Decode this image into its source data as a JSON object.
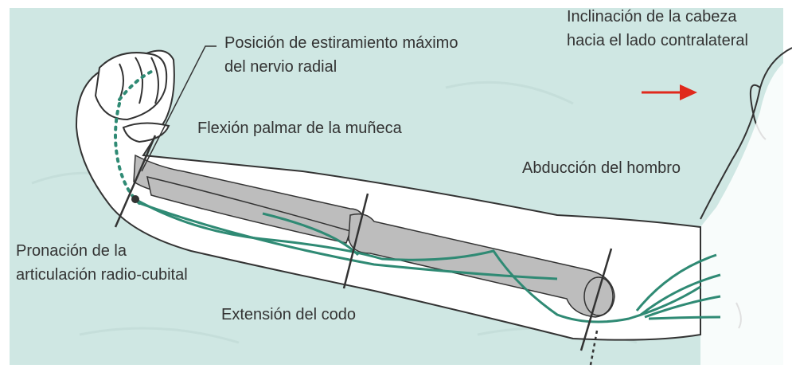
{
  "labels": {
    "head_tilt": [
      "Inclinación de la cabeza",
      "hacia el lado contralateral"
    ],
    "max_stretch": [
      "Posición de estiramiento máximo",
      "del nervio radial"
    ],
    "wrist_flexion": "Flexión palmar de la muñeca",
    "shoulder_abduction": "Abducción del hombro",
    "pronation": [
      "Pronación de la",
      "articulación radio-cubital"
    ],
    "elbow_extension": "Extensión del codo"
  },
  "colors": {
    "background": "#cfe7e3",
    "nerve": "#2f8a74",
    "bone": "#bdbdbd",
    "outline": "#333333",
    "arrow": "#e0291c",
    "text": "#333333"
  }
}
